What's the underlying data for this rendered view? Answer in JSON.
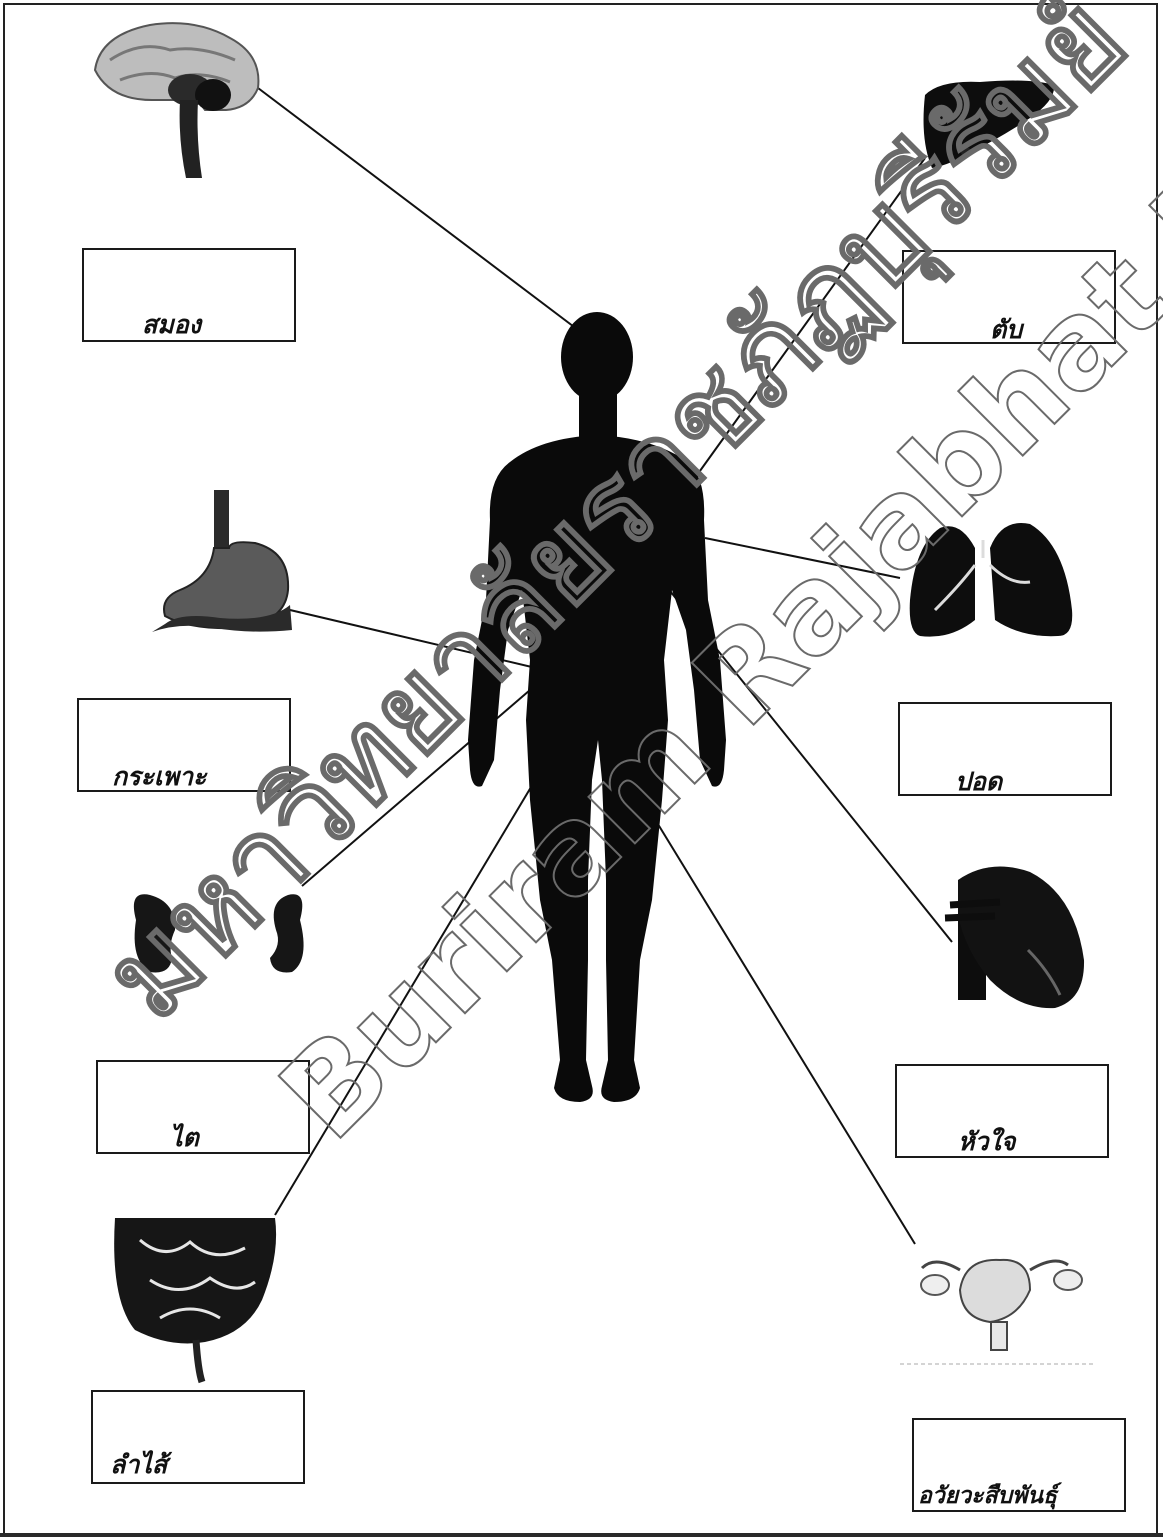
{
  "labels": {
    "brain": "สมอง",
    "liver": "ตับ",
    "stomach": "กระเพาะ",
    "lungs": "ปอด",
    "kidneys": "ไต",
    "heart": "หัวใจ",
    "intestine": "ลำไส้",
    "reproductive": "อวัยวะสืบพันธุ์"
  },
  "watermark": {
    "line1": "มหาวิทยาลัยราชภัฏบุรีรัมย์",
    "line2": "Buriram Rajabhat University"
  },
  "colors": {
    "ink": "#111111",
    "organ": "#161616",
    "background": "#ffffff"
  }
}
